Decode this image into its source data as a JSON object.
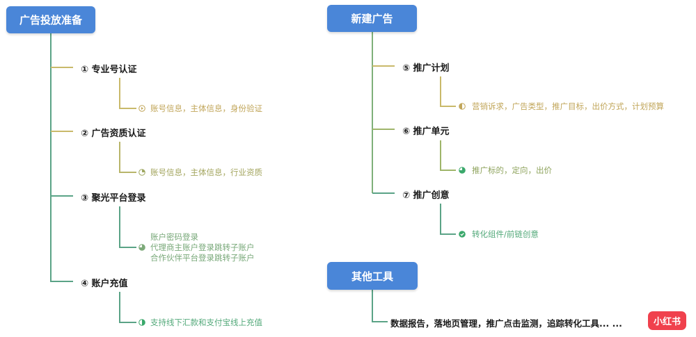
{
  "colors": {
    "root_bg": "#4a86d8",
    "trunk_left": "#5aa386",
    "olive": "#c9b96a",
    "olive_text": "#c1a65a",
    "green_text": "#53a97a",
    "icon_green": "#3aa86b",
    "badge_red": "#f0414d"
  },
  "left": {
    "title": "广告投放准备",
    "steps": [
      {
        "label": "① 专业号认证",
        "detail": [
          "账号信息，主体信息，身份验证"
        ],
        "icon": "play-circle-icon"
      },
      {
        "label": "② 广告资质认证",
        "detail": [
          "账号信息，主体信息，行业资质"
        ],
        "icon": "pie-quarter-icon"
      },
      {
        "label": "③ 聚光平台登录",
        "detail": [
          "账户密码登录",
          "代理商主账户登录跳转子账户",
          "合作伙伴平台登录跳转子账户"
        ],
        "icon": "pie-three-quarter-icon"
      },
      {
        "label": "④ 账户充值",
        "detail": [
          "支持线下汇款和支付宝线上充值"
        ],
        "icon": "half-circle-icon"
      }
    ]
  },
  "right": {
    "title": "新建广告",
    "steps": [
      {
        "label": "⑤ 推广计划",
        "detail": [
          "营销诉求，广告类型，推广目标，出价方式，计划预算"
        ],
        "icon": "half-circle-icon"
      },
      {
        "label": "⑥ 推广单元",
        "detail": [
          "推广标的，定向，出价"
        ],
        "icon": "pie-three-quarter-icon"
      },
      {
        "label": "⑦ 推广创意",
        "detail": [
          "转化组件/前链创意"
        ],
        "icon": "check-circle-icon"
      }
    ]
  },
  "tools": {
    "title": "其他工具",
    "text": "数据报告，落地页管理，推广点击监测，追踪转化工具... ..."
  },
  "badge": {
    "text": "小红书"
  }
}
